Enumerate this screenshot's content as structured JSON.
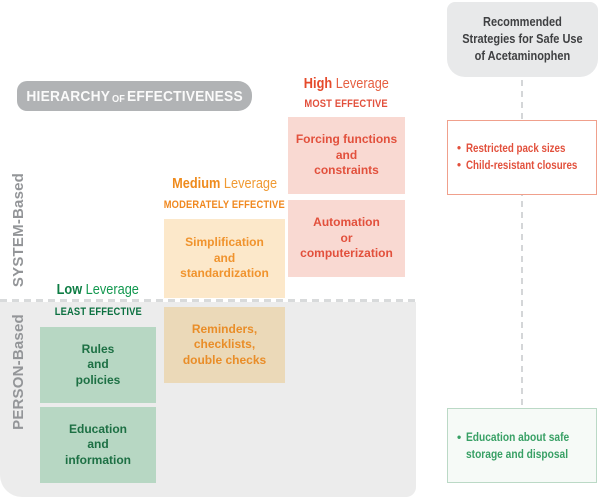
{
  "banner": {
    "part1": "HIERARCHY",
    "part2": "OF",
    "part3": "EFFECTIVENESS"
  },
  "axis": {
    "system": "SYSTEM-Based",
    "person": "PERSON-Based"
  },
  "columns": {
    "low": {
      "title_bold": "Low",
      "title_rest": " Leverage",
      "subtitle": "LEAST EFFECTIVE",
      "boxes": [
        "Rules\nand\npolicies",
        "Education\nand\ninformation"
      ]
    },
    "medium": {
      "title_bold": "Medium",
      "title_rest": " Leverage",
      "subtitle": "MODERATELY EFFECTIVE",
      "boxes": [
        "Simplification\nand\nstandardization",
        "Reminders,\nchecklists,\ndouble checks"
      ]
    },
    "high": {
      "title_bold": "High",
      "title_rest": " Leverage",
      "subtitle": "MOST EFFECTIVE",
      "boxes": [
        "Forcing functions\nand\nconstraints",
        "Automation\nor\ncomputerization"
      ]
    }
  },
  "right_panel": {
    "title": "Recommended\nStrategies for Safe Use\nof Acetaminophen",
    "bullet": "•",
    "high_items": [
      "Restricted pack sizes",
      "Child-resistant closures"
    ],
    "low_items": [
      "Education about safe\nstorage and disposal"
    ]
  },
  "colors": {
    "red_text": "#e2503c",
    "red_fill": "#f9d9d2",
    "red_border": "#f0a08c",
    "orange_text": "#ef8b1d",
    "peach_fill": "#fce8ca",
    "tan_fill": "#ebd9b8",
    "tan_text": "#e98d28",
    "green_title": "#12984f",
    "green_dark": "#0b7040",
    "green_fill": "#b7d7c3",
    "green_box_text": "#1d7044",
    "green_item_text": "#38a065",
    "green_border": "#bbd9c6",
    "green_bg": "#f6faf7",
    "banner_bg": "#b1b3b5",
    "label_gray": "#939598",
    "region_gray": "#ececec",
    "header_bg": "#e8e9ea",
    "header_text": "#3f4042",
    "dash": "#d8dadb"
  }
}
